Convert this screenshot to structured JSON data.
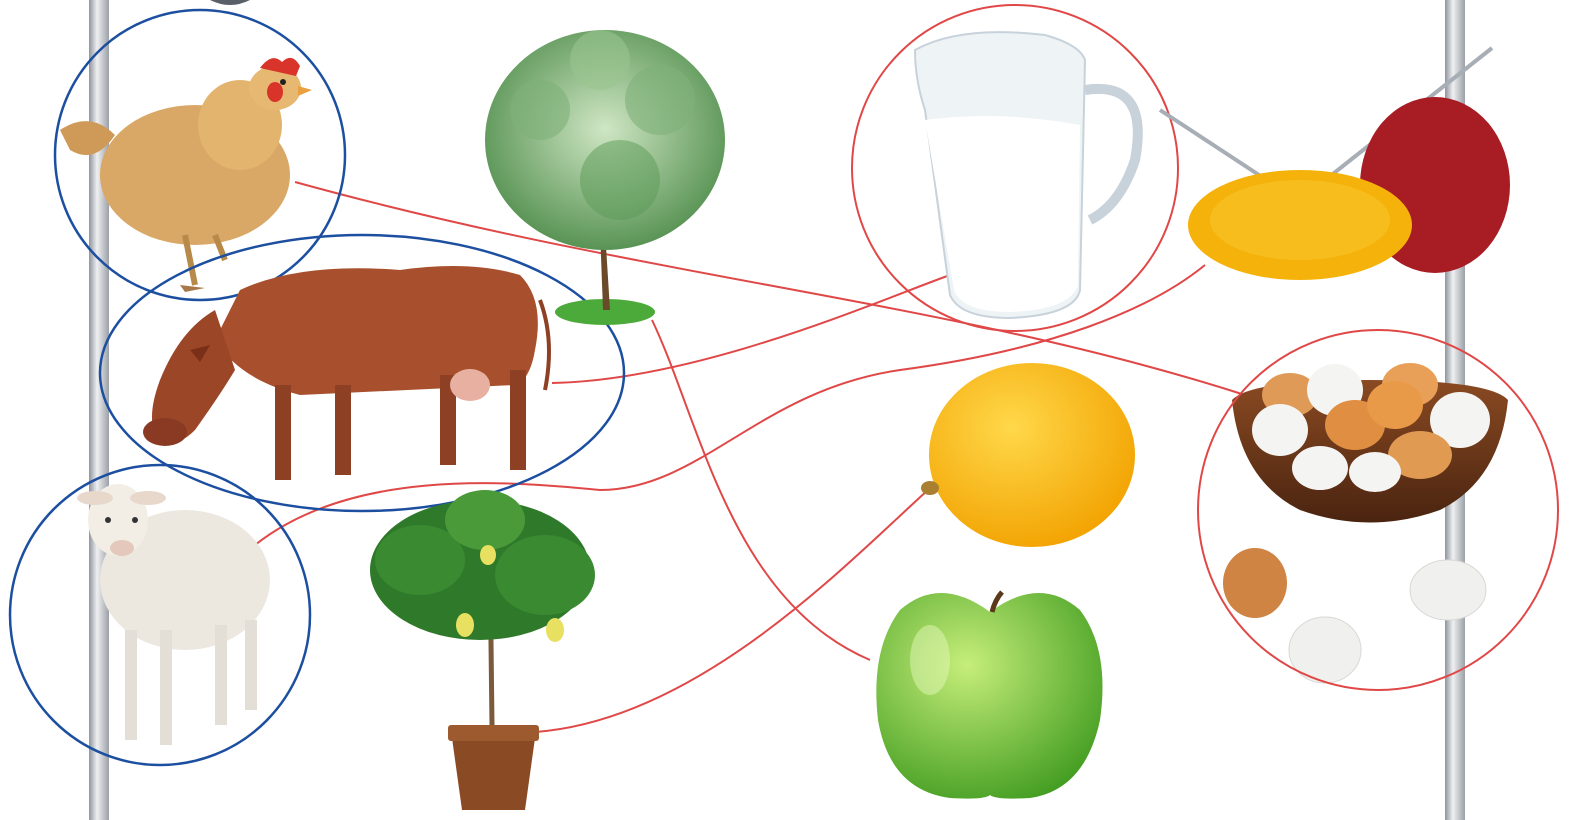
{
  "colors": {
    "background": "#ffffff",
    "pole": "#b9bec4",
    "source_circle": "#1c4fa0",
    "product_circle": "#e04848",
    "connector": "#e04848"
  },
  "items": {
    "hen": {
      "icon": "hen-icon"
    },
    "cow": {
      "icon": "cow-icon"
    },
    "sheep": {
      "icon": "sheep-icon"
    },
    "apple_tree": {
      "icon": "apple-tree-icon"
    },
    "lemon_tree": {
      "icon": "potted-lemon-tree-icon"
    },
    "milk": {
      "icon": "milk-jug-icon"
    },
    "yarn": {
      "icon": "yarn-balls-icon"
    },
    "eggs": {
      "icon": "eggs-bowl-icon"
    },
    "lemon": {
      "icon": "lemon-icon"
    },
    "apple": {
      "icon": "green-apple-icon"
    }
  },
  "connections": [
    {
      "from": "hen",
      "to": "eggs"
    },
    {
      "from": "cow",
      "to": "milk"
    },
    {
      "from": "sheep",
      "to": "yarn"
    },
    {
      "from": "apple_tree",
      "to": "apple"
    },
    {
      "from": "lemon_tree",
      "to": "lemon"
    }
  ]
}
